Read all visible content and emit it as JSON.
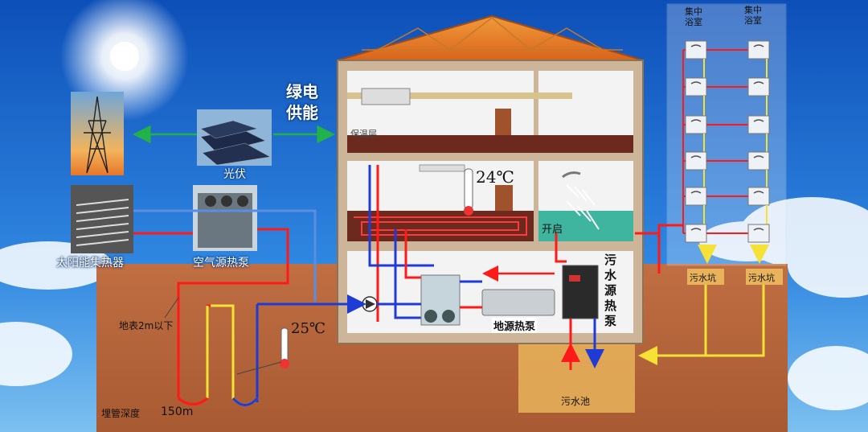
{
  "labels": {
    "green_power": "绿电",
    "supply": "供能",
    "pv": "光伏",
    "solar_collector": "太阳能集热器",
    "air_source_heat_pump": "空气源热泵",
    "insulation_layer": "保温层",
    "room_temp": "24℃",
    "open": "开启",
    "ground_temp": "25℃",
    "surface_depth": "地表2m以下",
    "pipe_depth": "埋管深度",
    "pipe_depth_value": "150m",
    "ground_source_heat_pump": "地源热泵",
    "sewage_heat_pump": "污水源热泵",
    "sewage_pool": "污水池",
    "sewage_pit": "污水坑",
    "central_bathroom": "集中浴室"
  },
  "colors": {
    "sky": "#1f6fd1",
    "soil": "#b5643a",
    "hot_pipe": "#ff1a1a",
    "cold_pipe": "#1f3bd6",
    "return_pipe": "#f6e234",
    "green_arrow": "#22b24a",
    "roof": "#e8782a"
  }
}
